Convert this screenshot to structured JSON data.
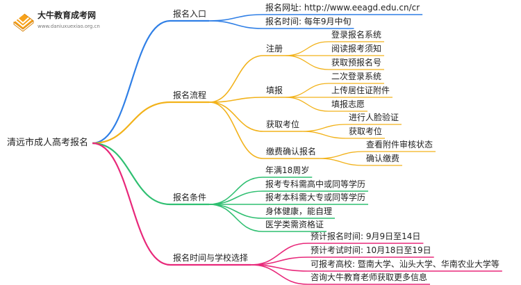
{
  "logo": {
    "brand": "大牛教育成考网",
    "url": "www.daniuxuexiao.org.cn"
  },
  "mindmap": {
    "root": "清远市成人高考报名",
    "branches": [
      {
        "label": "报名入口",
        "color": "#2f7fe6",
        "children": [
          {
            "label": "报名网址: http://www.eeagd.edu.cn/cr"
          },
          {
            "label": "报名时间: 每年9月中旬"
          }
        ]
      },
      {
        "label": "报名流程",
        "color": "#f2b21a",
        "children": [
          {
            "label": "注册",
            "children": [
              "登录报名系统",
              "阅读报考须知",
              "获取预报名号"
            ]
          },
          {
            "label": "填报",
            "children": [
              "二次登录系统",
              "上传居住证附件",
              "填报志愿"
            ]
          },
          {
            "label": "获取考位",
            "children": [
              "进行人脸验证",
              "获取考位"
            ]
          },
          {
            "label": "缴费确认报名",
            "children": [
              "查看附件审核状态",
              "确认缴费"
            ]
          }
        ]
      },
      {
        "label": "报名条件",
        "color": "#2fbf71",
        "children": [
          {
            "label": "年满18周岁"
          },
          {
            "label": "报考专科需高中或同等学历"
          },
          {
            "label": "报考本科需大专或同等学历"
          },
          {
            "label": "身体健康，能自理"
          },
          {
            "label": "医学类需资格证"
          }
        ]
      },
      {
        "label": "报名时间与学校选择",
        "color": "#e8287a",
        "children": [
          {
            "label": "预计报名时间: 9月9日至14日"
          },
          {
            "label": "预计考试时间: 10月18日至19日"
          },
          {
            "label": "可报考高校: 暨南大学、汕头大学、华南农业大学等"
          },
          {
            "label": "咨询大牛教育老师获取更多信息"
          }
        ]
      }
    ]
  }
}
